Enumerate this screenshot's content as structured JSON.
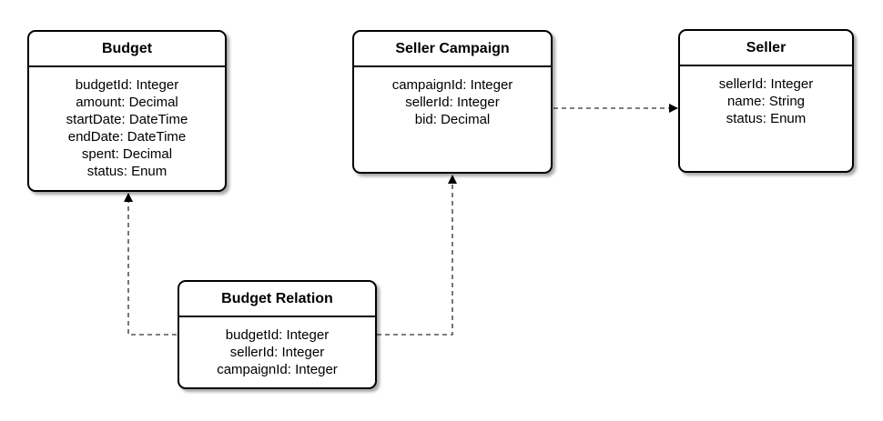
{
  "entities": {
    "budget": {
      "title": "Budget",
      "fields": [
        "budgetId: Integer",
        "amount: Decimal",
        "startDate: DateTime",
        "endDate: DateTime",
        "spent: Decimal",
        "status: Enum"
      ]
    },
    "seller_campaign": {
      "title": "Seller Campaign",
      "fields": [
        "campaignId: Integer",
        "sellerId: Integer",
        "bid: Decimal"
      ]
    },
    "seller": {
      "title": "Seller",
      "fields": [
        "sellerId: Integer",
        "name: String",
        "status: Enum"
      ]
    },
    "budget_relation": {
      "title": "Budget Relation",
      "fields": [
        "budgetId: Integer",
        "sellerId: Integer",
        "campaignId: Integer"
      ]
    }
  },
  "relationships": [
    {
      "from": "Budget Relation",
      "to": "Budget",
      "style": "dashed"
    },
    {
      "from": "Budget Relation",
      "to": "Seller Campaign",
      "style": "dashed"
    },
    {
      "from": "Seller Campaign",
      "to": "Seller",
      "style": "dashed"
    }
  ],
  "colors": {
    "line": "#000000",
    "box_fill": "#ffffff",
    "connector": "#555555"
  }
}
